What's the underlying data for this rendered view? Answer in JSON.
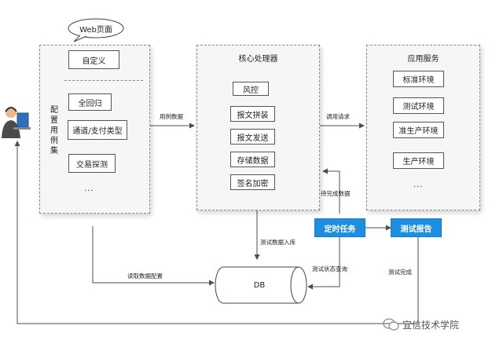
{
  "bubble": {
    "text": "Web页面"
  },
  "cases": {
    "custom": "自定义",
    "vertical_label": "配置用例集",
    "items": [
      "全回归",
      "通道/支付类型",
      "交易探测"
    ],
    "more": "..."
  },
  "processor": {
    "title": "核心处理器",
    "items": [
      "风控",
      "报文拼装",
      "报文发送",
      "存储数据",
      "签名加密"
    ]
  },
  "services": {
    "title": "应用服务",
    "items": [
      "标准环境",
      "测试环境",
      "准生产环境",
      "生产环境"
    ],
    "more": "..."
  },
  "scheduler": {
    "label": "定时任务"
  },
  "report": {
    "label": "测试报告"
  },
  "db": {
    "label": "DB"
  },
  "edges": {
    "case_data": "用例数据",
    "call_request": "调用请求",
    "pending_data": "待完成数据",
    "test_data_store": "测试数据入库",
    "read_config": "读取数据配置",
    "status_query": "测试状态查询",
    "test_done": "测试完成"
  },
  "watermark": "宜信技术学院",
  "colors": {
    "accent": "#1e8fe0",
    "line": "#4d4d4d"
  }
}
